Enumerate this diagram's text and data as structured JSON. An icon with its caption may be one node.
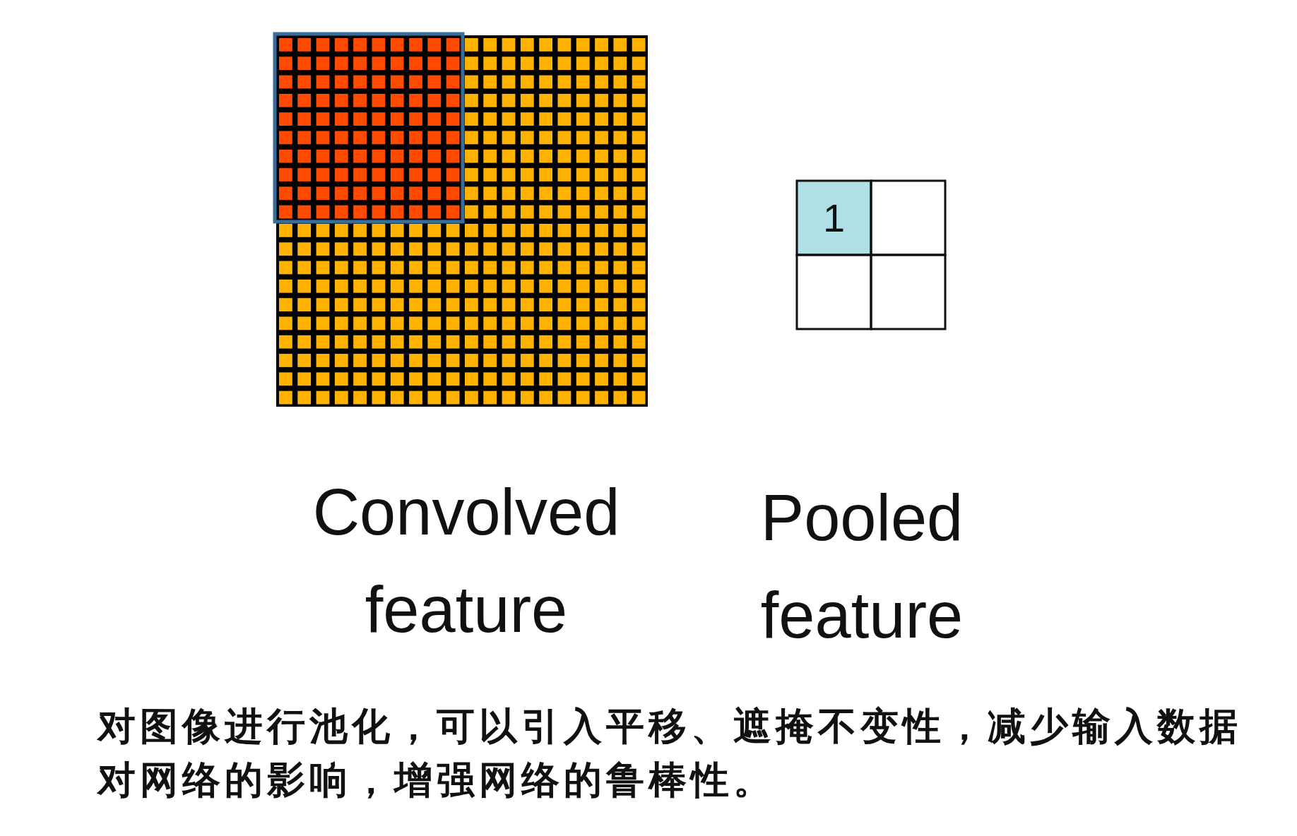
{
  "diagram": {
    "labels": [
      "1",
      "Convolved feature",
      "Pooled feature"
    ],
    "caption": "对图像进行池化，可以引入平移、遮掩不变性，减少输入数据对网络的影响，增强网络的鲁棒性。"
  }
}
